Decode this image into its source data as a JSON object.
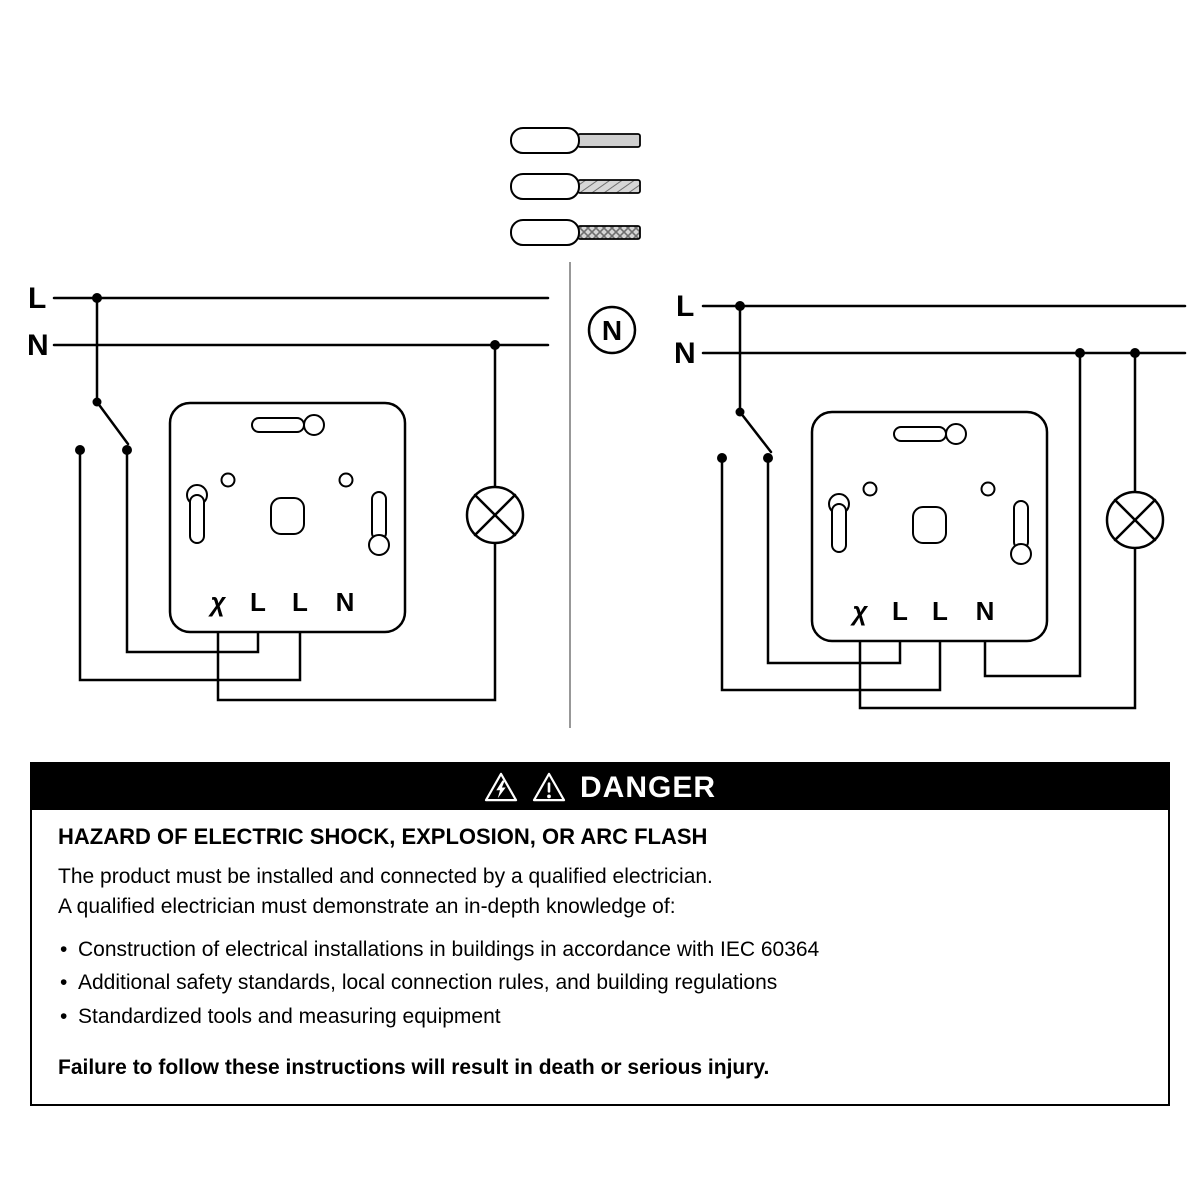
{
  "colors": {
    "background": "#ffffff",
    "line": "#000000",
    "divider": "#777777",
    "conductor_fill": "#cfcfcf",
    "danger_header_bg": "#000000",
    "danger_header_text": "#ffffff"
  },
  "wire_samples": {
    "row1": "solid-core-wire-with-ferrule",
    "row2": "stranded-wire-with-ferrule",
    "row3": "fine-stranded-wire-with-ferrule"
  },
  "diagram_left": {
    "phase_label": "L",
    "neutral_label": "N",
    "terminals": [
      "χ",
      "L",
      "L",
      "N"
    ]
  },
  "diagram_right": {
    "neutral_badge": "N",
    "phase_label": "L",
    "neutral_label": "N",
    "terminals": [
      "χ",
      "L",
      "L",
      "N"
    ]
  },
  "danger": {
    "title": "DANGER",
    "icons": [
      "lightning-bolt-triangle-icon",
      "exclamation-triangle-icon"
    ],
    "heading": "HAZARD OF ELECTRIC SHOCK, EXPLOSION, OR ARC FLASH",
    "line1": "The product must be installed and connected by a qualified electrician.",
    "line2": "A qualified electrician must demonstrate an in-depth knowledge of:",
    "bullets": [
      "Construction of electrical installations in buildings in accordance with IEC 60364",
      "Additional safety standards, local connection rules, and building regulations",
      "Standardized tools and measuring equipment"
    ],
    "footer": "Failure to follow these instructions will result in death or serious injury."
  }
}
